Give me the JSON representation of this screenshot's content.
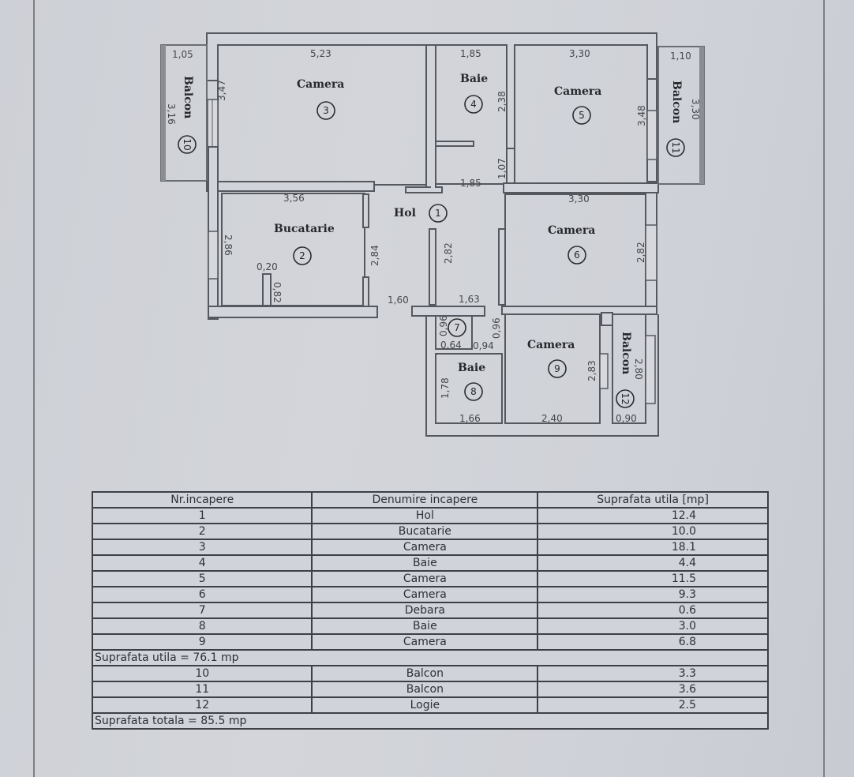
{
  "plan": {
    "rooms": [
      {
        "id": 1,
        "label": "Hol"
      },
      {
        "id": 2,
        "label": "Bucatarie"
      },
      {
        "id": 3,
        "label": "Camera"
      },
      {
        "id": 4,
        "label": "Baie"
      },
      {
        "id": 5,
        "label": "Camera"
      },
      {
        "id": 6,
        "label": "Camera"
      },
      {
        "id": 7,
        "label": ""
      },
      {
        "id": 8,
        "label": "Baie"
      },
      {
        "id": 9,
        "label": "Camera"
      },
      {
        "id": 10,
        "label": "Balcon"
      },
      {
        "id": 11,
        "label": "Balcon"
      },
      {
        "id": 12,
        "label": "Balcon"
      }
    ],
    "numbers": [
      "1",
      "2",
      "3",
      "4",
      "5",
      "6",
      "7",
      "8",
      "9",
      "10",
      "11",
      "12"
    ],
    "dimensions": {
      "balcon10_width": "1,05",
      "balcon10_height": "3,16",
      "camera3_width": "5,23",
      "camera3_height": "3,47",
      "baie4_width": "1,85",
      "baie4_height": "2,38",
      "camera5_width": "3,30",
      "camera5_height": "3,48",
      "balcon11_width": "1,10",
      "balcon11_height": "3,30",
      "hall_upper_width": "1,85",
      "hall_door": "1,07",
      "bucatarie_width": "3,56",
      "bucatarie_height_left": "2,86",
      "bucatarie_height_right": "2,84",
      "bucatarie_niche_width": "0,20",
      "bucatarie_niche_height": "0,82",
      "camera6_width": "3,30",
      "camera6_height": "2,82",
      "hall_height": "2,82",
      "hall_lower_left": "1,60",
      "hall_lower_width": "1,63",
      "debara_height": "0,96",
      "debara_width": "0,64",
      "hall_passage_width": "0,94",
      "hall_passage_height": "0,96",
      "baie8_height": "1,78",
      "baie8_width": "1,66",
      "camera9_width": "2,40",
      "camera9_height": "2,83",
      "balcon12_height": "2,80",
      "balcon12_width": "0,90"
    }
  },
  "table": {
    "headers": {
      "nr": "Nr.incapere",
      "name": "Denumire incapere",
      "area": "Suprafata utila [mp]"
    },
    "rows": [
      {
        "nr": "1",
        "name": "Hol",
        "area": "12.4"
      },
      {
        "nr": "2",
        "name": "Bucatarie",
        "area": "10.0"
      },
      {
        "nr": "3",
        "name": "Camera",
        "area": "18.1"
      },
      {
        "nr": "4",
        "name": "Baie",
        "area": "4.4"
      },
      {
        "nr": "5",
        "name": "Camera",
        "area": "11.5"
      },
      {
        "nr": "6",
        "name": "Camera",
        "area": "9.3"
      },
      {
        "nr": "7",
        "name": "Debara",
        "area": "0.6"
      },
      {
        "nr": "8",
        "name": "Baie",
        "area": "3.0"
      },
      {
        "nr": "9",
        "name": "Camera",
        "area": "6.8"
      }
    ],
    "subtotal": "Suprafata utila = 76.1 mp",
    "extra_rows": [
      {
        "nr": "10",
        "name": "Balcon",
        "area": "3.3"
      },
      {
        "nr": "11",
        "name": "Balcon",
        "area": "3.6"
      },
      {
        "nr": "12",
        "name": "Logie",
        "area": "2.5"
      }
    ],
    "total": "Suprafata totala = 85.5 mp"
  }
}
